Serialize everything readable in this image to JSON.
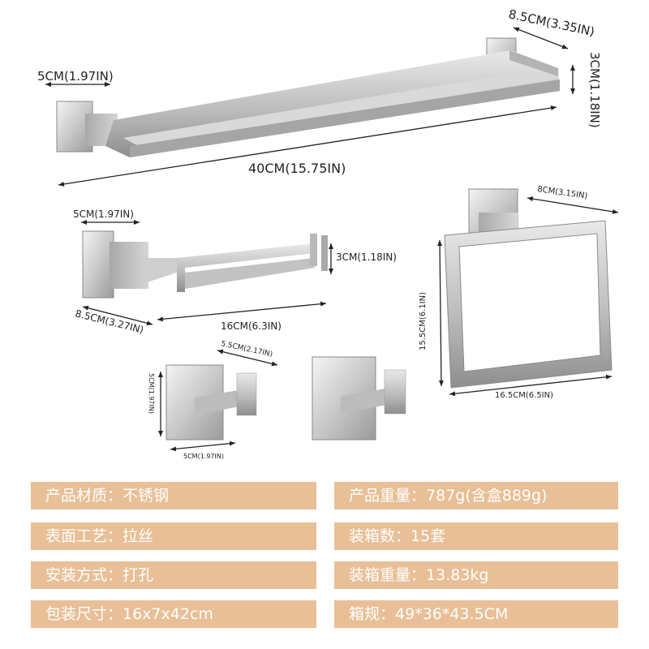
{
  "dimensions": {
    "towel_bar_depth": "8.5CM(3.35IN)",
    "towel_bar_base": "5CM(1.97IN)",
    "towel_bar_height": "3CM(1.18IN)",
    "towel_bar_length": "40CM(15.75IN)",
    "paper_holder_base": "5CM(1.97IN)",
    "paper_holder_height": "3CM(1.18IN)",
    "paper_holder_depth": "8.5CM(3.27IN)",
    "paper_holder_length": "16CM(6.3IN)",
    "ring_depth": "8CM(3.15IN)",
    "ring_height": "15.5CM(6.1IN)",
    "ring_width": "16.5CM(6.5IN)",
    "hook_depth": "5.5CM(2.17IN)",
    "hook_height": "5CM(1.97IN)",
    "hook_width": "5CM(1.97IN)"
  },
  "specs": {
    "material_label": "产品材质：",
    "material_value": "不锈钢",
    "finish_label": "表面工艺：",
    "finish_value": "拉丝",
    "install_label": "安装方式：",
    "install_value": "打孔",
    "pack_size_label": "包装尺寸：",
    "pack_size_value": "16x7x42cm",
    "weight_label": "产品重量：",
    "weight_value": "787g(含盒889g)",
    "carton_qty_label": "装箱数：",
    "carton_qty_value": "15套",
    "carton_weight_label": "装箱重量：",
    "carton_weight_value": "13.83kg",
    "carton_size_label": "箱规：",
    "carton_size_value": "49*36*43.5CM"
  },
  "colors": {
    "spec_bar": "#e8bf96",
    "spec_text": "#ffffff"
  }
}
